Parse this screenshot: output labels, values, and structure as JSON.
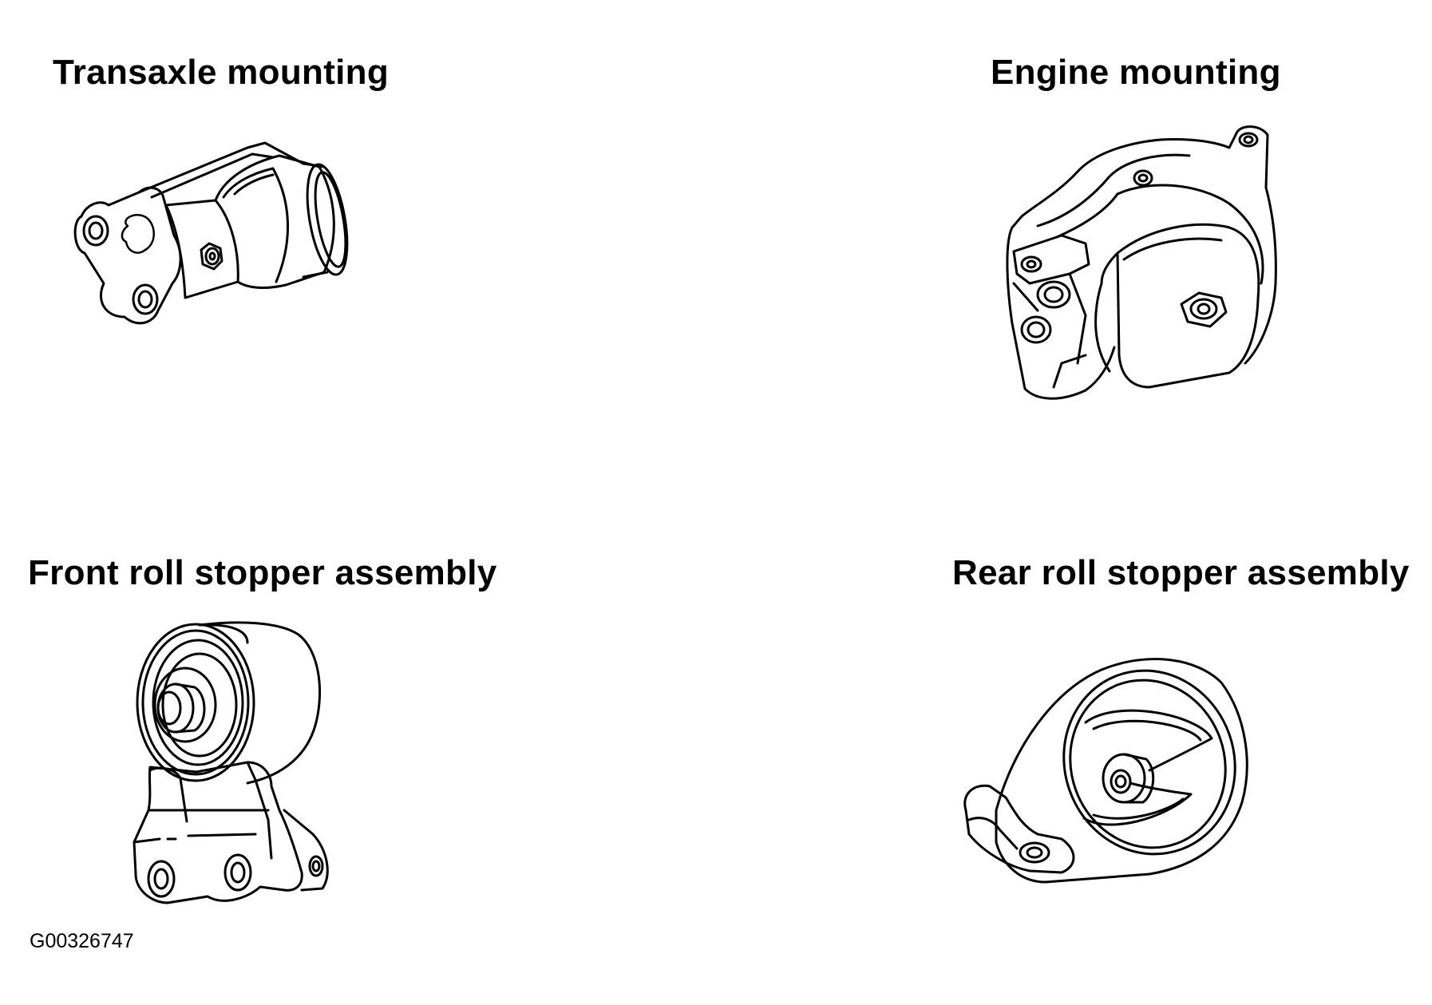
{
  "diagram": {
    "components": [
      {
        "id": "transaxle",
        "label": "Transaxle mounting"
      },
      {
        "id": "engine",
        "label": "Engine mounting"
      },
      {
        "id": "front",
        "label": "Front roll stopper assembly"
      },
      {
        "id": "rear",
        "label": "Rear roll stopper assembly"
      }
    ],
    "figure_code": "G00326747",
    "colors": {
      "line": "#000000",
      "background": "#ffffff"
    }
  }
}
